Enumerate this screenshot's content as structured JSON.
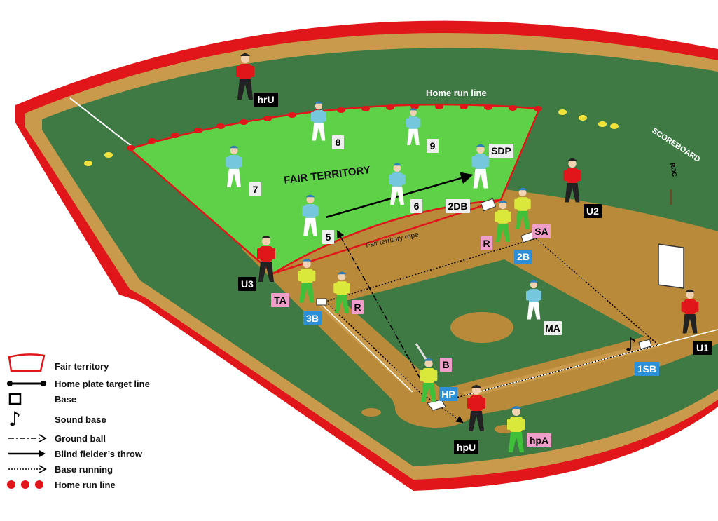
{
  "field": {
    "title_home_run_line": "Home run line",
    "fair_territory": "FAIR TERRITORY",
    "fair_territory_rope": "Fair territory rope",
    "scoreboard": "SCOREBOARD",
    "scoreboard_text": "ROC"
  },
  "fielders": [
    {
      "id": "7"
    },
    {
      "id": "8"
    },
    {
      "id": "9"
    },
    {
      "id": "6"
    },
    {
      "id": "5"
    }
  ],
  "labels": {
    "hrU": "hrU",
    "SDP": "SDP",
    "n7": "7",
    "n8": "8",
    "n9": "9",
    "n6": "6",
    "n5": "5",
    "twoDB": "2DB",
    "U2": "U2",
    "SA": "SA",
    "R2": "R",
    "twoB": "2B",
    "U3": "U3",
    "TA": "TA",
    "threeB": "3B",
    "R3": "R",
    "MA": "MA",
    "B": "B",
    "HP": "HP",
    "hpU": "hpU",
    "hpA": "hpA",
    "U1": "U1",
    "oneSB": "1SB"
  },
  "legend": [
    {
      "icon": "fair-territory-icon",
      "text": "Fair territory"
    },
    {
      "icon": "home-plate-target-line-icon",
      "text": "Home plate target line"
    },
    {
      "icon": "base-icon",
      "text": "Base"
    },
    {
      "icon": "sound-base-icon",
      "text": "Sound base"
    },
    {
      "icon": "ground-ball-icon",
      "text": "Ground ball"
    },
    {
      "icon": "blind-fielder-throw-icon",
      "text": "Blind fielder’s throw"
    },
    {
      "icon": "base-running-icon",
      "text": "Base running"
    },
    {
      "icon": "home-run-line-icon",
      "text": "Home run line"
    }
  ],
  "colors": {
    "outfield": "#3f7a45",
    "fair_territory": "#5fd148",
    "dirt": "#b98a3a",
    "wall": "#e0161a",
    "warning_track": "#c99a4c",
    "umpire": "#e0161a",
    "blind_fielder": "#74c7dc",
    "sighted": "#d9e83a",
    "label_pink": "#ee9ec9",
    "label_blue": "#2e8fd9",
    "label_black": "#000000"
  }
}
